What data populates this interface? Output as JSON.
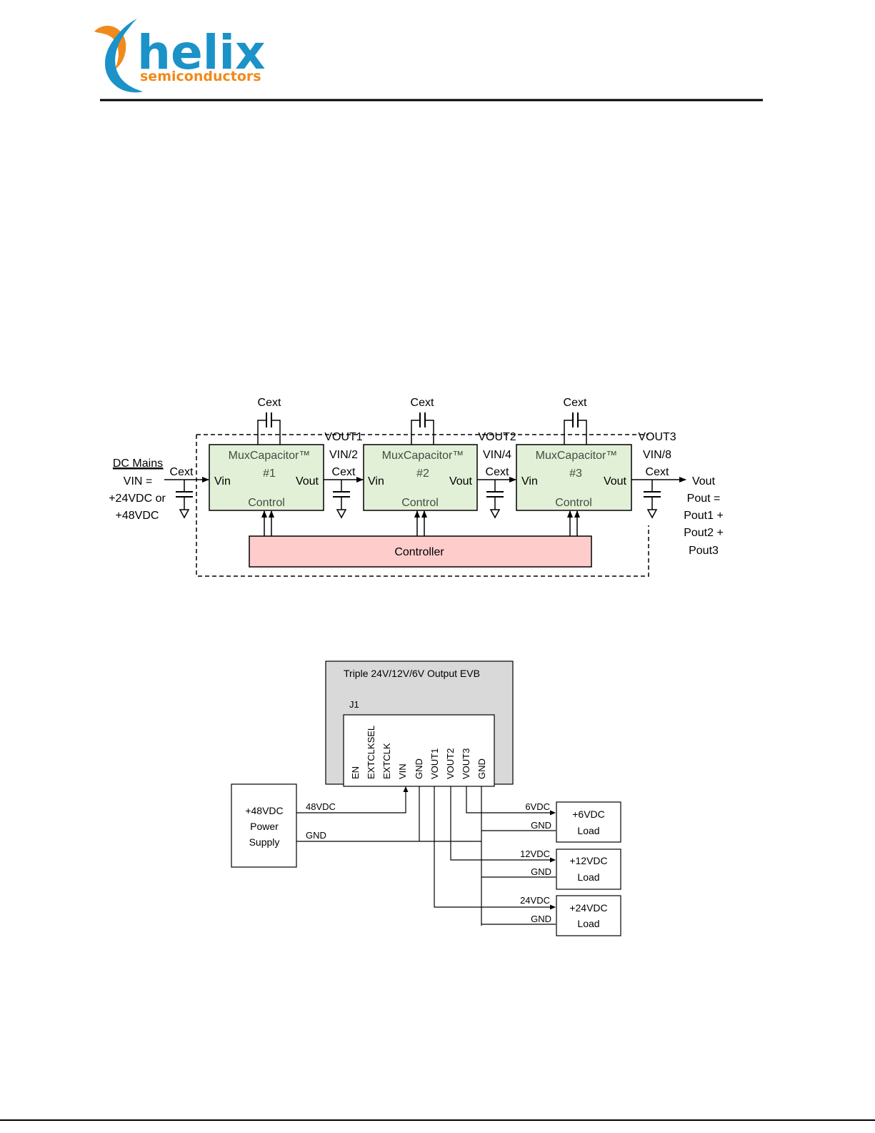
{
  "header": {
    "logo_word": "helix",
    "logo_sub": "semiconductors"
  },
  "colors": {
    "logo_blue": "#1b92c8",
    "logo_orange": "#f08a1c",
    "block_green": "#e3f0d8",
    "controller_pink": "#ffcccc",
    "evb_gray": "#d9d9d9"
  },
  "block_diagram": {
    "dc_mains": "DC Mains",
    "vin_lines": [
      "VIN =",
      "+24VDC or",
      "+48VDC"
    ],
    "input_cext": "Cext",
    "stages": [
      {
        "top_cap": "Cext",
        "name": "MuxCapacitor™",
        "num": "#1",
        "vin": "Vin",
        "vout": "Vout",
        "control": "Control",
        "out_label": "VOUT1",
        "ratio": "VIN/2",
        "out_cext": "Cext"
      },
      {
        "top_cap": "Cext",
        "name": "MuxCapacitor™",
        "num": "#2",
        "vin": "Vin",
        "vout": "Vout",
        "control": "Control",
        "out_label": "VOUT2",
        "ratio": "VIN/4",
        "out_cext": "Cext"
      },
      {
        "top_cap": "Cext",
        "name": "MuxCapacitor™",
        "num": "#3",
        "vin": "Vin",
        "vout": "Vout",
        "control": "Control",
        "out_label": "VOUT3",
        "ratio": "VIN/8",
        "out_cext": "Cext"
      }
    ],
    "controller": "Controller",
    "vout": "Vout",
    "pout_lines": [
      "Pout =",
      "Pout1 +",
      "Pout2 +",
      "Pout3"
    ]
  },
  "connection_diagram": {
    "evb_title": "Triple 24V/12V/6V Output EVB",
    "connector": "J1",
    "pins": [
      "EN",
      "EXTCLKSEL",
      "EXTCLK",
      "VIN",
      "GND",
      "VOUT1",
      "VOUT2",
      "VOUT3",
      "GND"
    ],
    "power_supply": [
      "+48VDC",
      "Power",
      "Supply"
    ],
    "supply_out": "48VDC",
    "supply_gnd": "GND",
    "loads": [
      {
        "volt": "6VDC",
        "gnd": "GND",
        "name": "+6VDC",
        "sub": "Load"
      },
      {
        "volt": "12VDC",
        "gnd": "GND",
        "name": "+12VDC",
        "sub": "Load"
      },
      {
        "volt": "24VDC",
        "gnd": "GND",
        "name": "+24VDC",
        "sub": "Load"
      }
    ]
  }
}
